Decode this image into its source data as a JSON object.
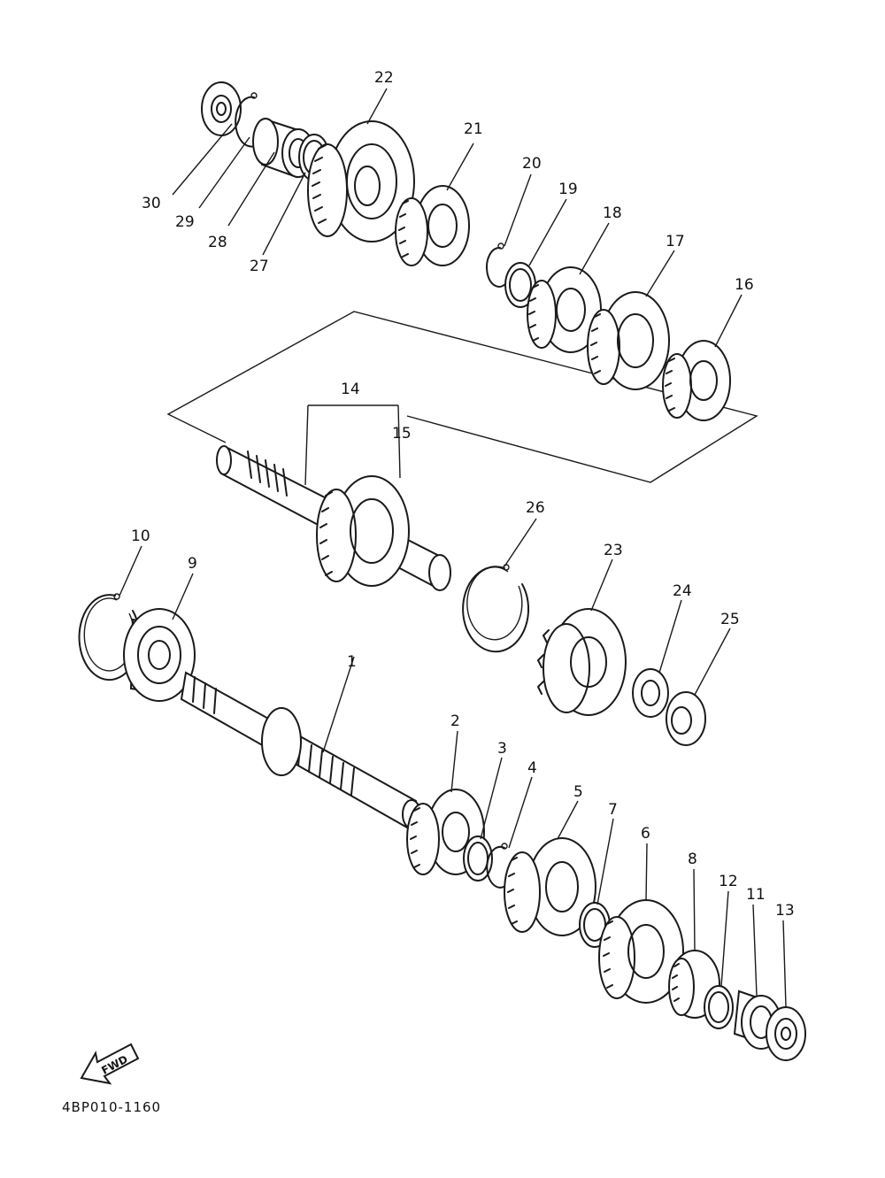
{
  "diagram": {
    "callouts": [
      {
        "id": "c1",
        "text": "1"
      },
      {
        "id": "c2",
        "text": "2"
      },
      {
        "id": "c3",
        "text": "3"
      },
      {
        "id": "c4",
        "text": "4"
      },
      {
        "id": "c5",
        "text": "5"
      },
      {
        "id": "c6",
        "text": "6"
      },
      {
        "id": "c7",
        "text": "7"
      },
      {
        "id": "c8",
        "text": "8"
      },
      {
        "id": "c9",
        "text": "9"
      },
      {
        "id": "c10",
        "text": "10"
      },
      {
        "id": "c11",
        "text": "11"
      },
      {
        "id": "c12",
        "text": "12"
      },
      {
        "id": "c13",
        "text": "13"
      },
      {
        "id": "c14",
        "text": "14"
      },
      {
        "id": "c15",
        "text": "15"
      },
      {
        "id": "c16",
        "text": "16"
      },
      {
        "id": "c17",
        "text": "17"
      },
      {
        "id": "c18",
        "text": "18"
      },
      {
        "id": "c19",
        "text": "19"
      },
      {
        "id": "c20",
        "text": "20"
      },
      {
        "id": "c21",
        "text": "21"
      },
      {
        "id": "c22",
        "text": "22"
      },
      {
        "id": "c23",
        "text": "23"
      },
      {
        "id": "c24",
        "text": "24"
      },
      {
        "id": "c25",
        "text": "25"
      },
      {
        "id": "c26",
        "text": "26"
      },
      {
        "id": "c27",
        "text": "27"
      },
      {
        "id": "c28",
        "text": "28"
      },
      {
        "id": "c29",
        "text": "29"
      },
      {
        "id": "c30",
        "text": "30"
      }
    ],
    "fwd_label": "FWD",
    "drawing_code": "4BP010-1160",
    "colors": {
      "ink": "#1a1a1a",
      "paper": "#ffffff"
    }
  }
}
